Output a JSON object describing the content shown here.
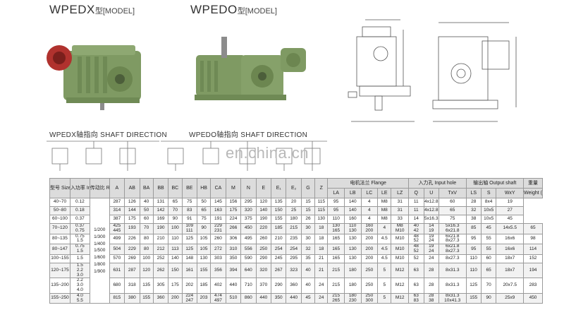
{
  "models": {
    "wpedx": {
      "name": "WPEDX",
      "label": "型[MODEL]",
      "shaft_title": "WPEDX轴指向  SHAFT DIRECTION"
    },
    "wpedo": {
      "name": "WPEDO",
      "label": "型[MODEL]",
      "shaft_title": "WPEDO轴指向  SHAFT DIRECTION"
    }
  },
  "watermark": "en.china.cn",
  "colors": {
    "gearbox_green": "#7f9a63",
    "motor_red": "#b0322e",
    "header_gray": "#dcdcdc"
  },
  "table": {
    "group_headers": {
      "flange": "电机法兰 Flange",
      "input_hole": "入力孔 Input hole",
      "output_shaft": "输出轴 Output shaft",
      "weight": "重量"
    },
    "headers": {
      "size": "型号 Size",
      "input": "入功率 Input(kw)",
      "ratio": "传动比 Ratio",
      "A": "A",
      "AB": "AB",
      "BA": "BA",
      "BB": "BB",
      "BC": "BC",
      "BE": "BE",
      "HB": "HB",
      "CA": "CA",
      "M": "M",
      "N": "N",
      "E": "E",
      "E1": "E₁",
      "E2": "E₂",
      "G": "G",
      "Z": "Z",
      "LA": "LA",
      "LB": "LB",
      "LC": "LC",
      "LE": "LE",
      "LZ": "LZ",
      "Q": "Q",
      "U": "U",
      "TxV": "TxV",
      "LS": "LS",
      "S": "S",
      "WxY": "WxY",
      "weight_unit": "Weight (kg)"
    },
    "ratio_values": "1/200\n1/300\n1/400\n1/500\n1/600\n1/800\n1/900",
    "rows": [
      {
        "size": "40~70",
        "input": "0.12",
        "vals": [
          "287",
          "126",
          "40",
          "131",
          "65",
          "75",
          "50",
          "145",
          "156",
          "295",
          "120",
          "135",
          "20",
          "15",
          "115",
          "95",
          "140",
          "4",
          "M8",
          "31",
          "11",
          "4x12.8",
          "60",
          "28",
          "8x4",
          "19"
        ]
      },
      {
        "size": "50~80",
        "input": "0.18",
        "vals": [
          "314",
          "144",
          "50",
          "142",
          "70",
          "83",
          "65",
          "163",
          "175",
          "320",
          "140",
          "150",
          "25",
          "15",
          "115",
          "95",
          "140",
          "4",
          "M8",
          "31",
          "11",
          "4x12.8",
          "65",
          "32",
          "10x5",
          "27"
        ]
      },
      {
        "size": "60~100",
        "input": "0.37",
        "vals": [
          "387",
          "175",
          "60",
          "169",
          "90",
          "91",
          "75",
          "191",
          "224",
          "375",
          "190",
          "155",
          "180",
          "26",
          "130",
          "110",
          "160",
          "4",
          "M8",
          "33",
          "14",
          "5x16.3",
          "75",
          "38",
          "10x5",
          "45"
        ]
      },
      {
        "size": "70~120",
        "input": "0.37 / 0.75",
        "vals": [
          "425 / 445",
          "193",
          "70",
          "190",
          "100",
          "109 / 111",
          "90",
          "229 / 231",
          "266",
          "450",
          "220",
          "185",
          "215",
          "30",
          "18",
          "130 / 165",
          "110 / 130",
          "160 / 200",
          "4",
          "M8 / M10",
          "40 / 42",
          "14 / 19",
          "5x16.3 / 6x21.8",
          "85",
          "45",
          "14x5.5",
          "65"
        ]
      },
      {
        "size": "80~135",
        "input": "0.75 / 1.5",
        "vals": [
          "499",
          "226",
          "80",
          "210",
          "110",
          "125",
          "105",
          "260",
          "306",
          "495",
          "260",
          "210",
          "235",
          "30",
          "18",
          "165",
          "130",
          "200",
          "4.5",
          "M10",
          "48 / 52",
          "19 / 24",
          "6x21.8 / 8x27.3",
          "95",
          "55",
          "16x6",
          "98"
        ]
      },
      {
        "size": "80~147",
        "input": "0.75 / 1.5",
        "vals": [
          "504",
          "229",
          "80",
          "212",
          "113",
          "125",
          "105",
          "272",
          "310",
          "556",
          "250",
          "254",
          "254",
          "32",
          "18",
          "165",
          "130",
          "200",
          "4.5",
          "M10",
          "48 / 52",
          "19 / 24",
          "6x21.8 / 8x27.3",
          "95",
          "55",
          "16x6",
          "114"
        ]
      },
      {
        "size": "100~155",
        "input": "1.5",
        "vals": [
          "570",
          "269",
          "100",
          "252",
          "140",
          "148",
          "130",
          "303",
          "350",
          "590",
          "290",
          "245",
          "295",
          "35",
          "21",
          "165",
          "130",
          "200",
          "4.5",
          "M10",
          "52",
          "24",
          "8x27.3",
          "110",
          "60",
          "18x7",
          "152"
        ]
      },
      {
        "size": "120~175",
        "input": "1.5 / 2.2 / 3.0",
        "vals": [
          "631",
          "287",
          "120",
          "262",
          "150",
          "161",
          "155",
          "356",
          "394",
          "640",
          "320",
          "267",
          "323",
          "40",
          "21",
          "215",
          "180",
          "250",
          "5",
          "M12",
          "63",
          "28",
          "8x31.3",
          "110",
          "65",
          "18x7",
          "194"
        ]
      },
      {
        "size": "135~200",
        "input": "2.2 / 3.0 / 4.0",
        "vals": [
          "680",
          "318",
          "135",
          "305",
          "175",
          "202",
          "185",
          "402",
          "440",
          "710",
          "370",
          "290",
          "360",
          "40",
          "24",
          "215",
          "180",
          "250",
          "5",
          "M12",
          "63",
          "28",
          "8x31.3",
          "125",
          "70",
          "20x7.5",
          "283"
        ]
      },
      {
        "size": "155~250",
        "input": "4.0 / 5.5",
        "vals": [
          "815",
          "380",
          "155",
          "360",
          "200",
          "224 / 247",
          "203",
          "474 / 497",
          "510",
          "860",
          "440",
          "350",
          "440",
          "45",
          "24",
          "215 / 265",
          "180 / 230",
          "250 / 300",
          "5",
          "M12",
          "63 / 83",
          "28 / 38",
          "8x31.3 / 10x41.3",
          "155",
          "90",
          "25x9",
          "450"
        ]
      }
    ]
  }
}
